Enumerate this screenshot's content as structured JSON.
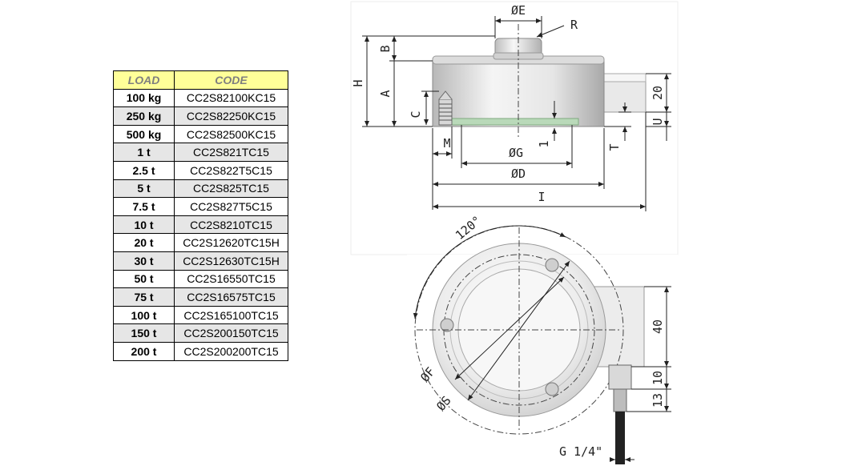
{
  "table": {
    "headers": {
      "load": "LOAD",
      "code": "CODE"
    },
    "rows": [
      {
        "load": "100 kg",
        "code": "CC2S82100KC15"
      },
      {
        "load": "250 kg",
        "code": "CC2S82250KC15"
      },
      {
        "load": "500 kg",
        "code": "CC2S82500KC15"
      },
      {
        "load": "1 t",
        "code": "CC2S821TC15"
      },
      {
        "load": "2.5 t",
        "code": "CC2S822T5C15"
      },
      {
        "load": "5 t",
        "code": "CC2S825TC15"
      },
      {
        "load": "7.5 t",
        "code": "CC2S827T5C15"
      },
      {
        "load": "10 t",
        "code": "CC2S8210TC15"
      },
      {
        "load": "20 t",
        "code": "CC2S12620TC15H"
      },
      {
        "load": "30 t",
        "code": "CC2S12630TC15H"
      },
      {
        "load": "50 t",
        "code": "CC2S16550TC15"
      },
      {
        "load": "75 t",
        "code": "CC2S16575TC15"
      },
      {
        "load": "100 t",
        "code": "CC2S165100TC15"
      },
      {
        "load": "150 t",
        "code": "CC2S200150TC15"
      },
      {
        "load": "200 t",
        "code": "CC2S200200TC15"
      }
    ]
  },
  "drawing": {
    "side_view": {
      "E": "ØE",
      "R": "R",
      "H": "H",
      "B": "B",
      "A": "A",
      "C": "C",
      "M": "M",
      "G": "ØG",
      "one": "1",
      "D": "ØD",
      "I": "I",
      "T": "T",
      "U": "U",
      "twenty": "20"
    },
    "top_view": {
      "angle": "120°",
      "F": "ØF",
      "S": "ØS",
      "forty": "40",
      "ten": "10",
      "thirteen": "13",
      "thread": "G 1/4\""
    }
  }
}
